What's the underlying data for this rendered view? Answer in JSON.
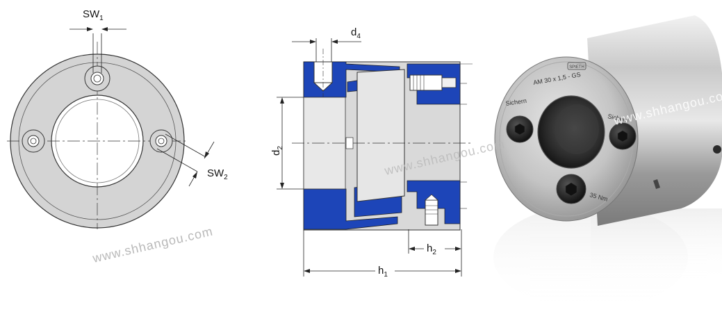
{
  "front_view": {
    "label_sw1": "SW",
    "label_sw1_sub": "1",
    "label_sw2": "SW",
    "label_sw2_sub": "2"
  },
  "section_view": {
    "label_d4": "d",
    "label_d4_sub": "4",
    "label_d2": "d",
    "label_d2_sub": "2",
    "label_h2": "h",
    "label_h2_sub": "2",
    "label_h1": "h",
    "label_h1_sub": "1",
    "color_section": "#1d45b8"
  },
  "photo": {
    "logo": "SPIETH",
    "marking_model": "AM 30 x 1,5 - GS",
    "marking_left": "Sichern",
    "marking_right": "Sichern",
    "marking_torque": "35 Nm"
  },
  "watermarks": {
    "bottom_left": "www.shhangou.com",
    "center": "www.shhangou.com",
    "top_right": "www.shhangou.com"
  }
}
